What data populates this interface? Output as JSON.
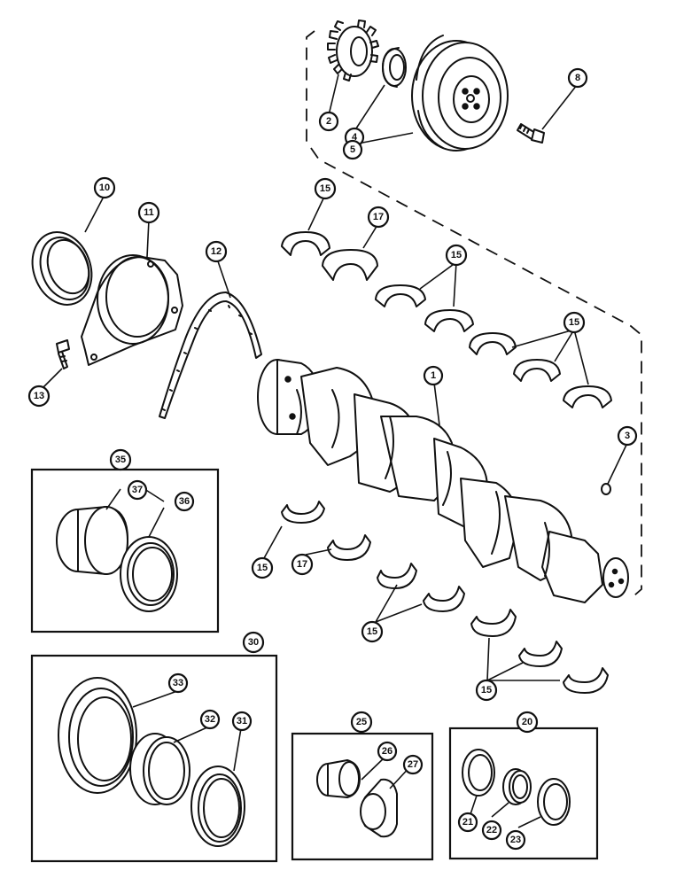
{
  "callouts": [
    {
      "id": "c1",
      "label": "1"
    },
    {
      "id": "c2",
      "label": "2"
    },
    {
      "id": "c3",
      "label": "3"
    },
    {
      "id": "c4",
      "label": "4"
    },
    {
      "id": "c5",
      "label": "5"
    },
    {
      "id": "c8",
      "label": "8"
    },
    {
      "id": "c10",
      "label": "10"
    },
    {
      "id": "c11",
      "label": "11"
    },
    {
      "id": "c12",
      "label": "12"
    },
    {
      "id": "c13",
      "label": "13"
    },
    {
      "id": "c15a",
      "label": "15"
    },
    {
      "id": "c17a",
      "label": "17"
    },
    {
      "id": "c15b",
      "label": "15"
    },
    {
      "id": "c15c",
      "label": "15"
    },
    {
      "id": "c15d",
      "label": "15"
    },
    {
      "id": "c17b",
      "label": "17"
    },
    {
      "id": "c15e",
      "label": "15"
    },
    {
      "id": "c15f",
      "label": "15"
    },
    {
      "id": "c35",
      "label": "35"
    },
    {
      "id": "c37",
      "label": "37"
    },
    {
      "id": "c36",
      "label": "36"
    },
    {
      "id": "c30",
      "label": "30"
    },
    {
      "id": "c33",
      "label": "33"
    },
    {
      "id": "c32",
      "label": "32"
    },
    {
      "id": "c31",
      "label": "31"
    },
    {
      "id": "c25",
      "label": "25"
    },
    {
      "id": "c26",
      "label": "26"
    },
    {
      "id": "c27",
      "label": "27"
    },
    {
      "id": "c20",
      "label": "20"
    },
    {
      "id": "c21",
      "label": "21"
    },
    {
      "id": "c22",
      "label": "22"
    },
    {
      "id": "c23",
      "label": "23"
    }
  ]
}
